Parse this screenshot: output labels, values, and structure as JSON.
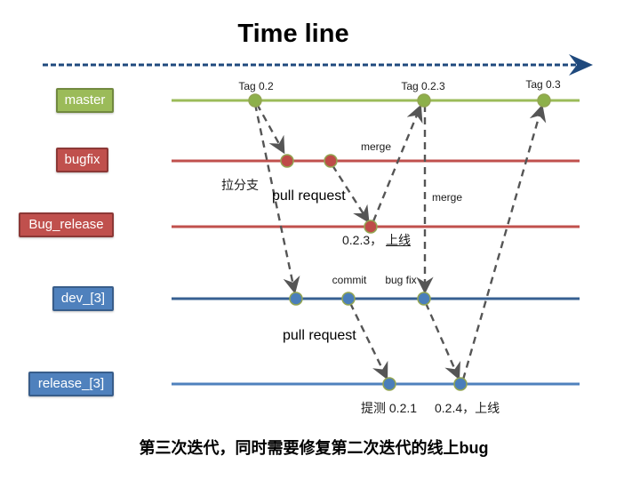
{
  "title": "Time line",
  "caption": "第三次迭代，同时需要修复第二次迭代的线上bug",
  "branches": [
    {
      "id": "master",
      "label": "master",
      "color": "#9BBB59",
      "border": "#71893F"
    },
    {
      "id": "bugfix",
      "label": "bugfix",
      "color": "#C0504D",
      "border": "#8C3836"
    },
    {
      "id": "bug_release",
      "label": "Bug_release",
      "color": "#C0504D",
      "border": "#8C3836"
    },
    {
      "id": "dev_3",
      "label": "dev_[3]",
      "color": "#376092",
      "border": "#385D8A"
    },
    {
      "id": "release_3",
      "label": "release_[3]",
      "color": "#4F81BD",
      "border": "#385D8A"
    }
  ],
  "tags": {
    "tag_0_2": "Tag 0.2",
    "tag_0_2_3": "Tag 0.2.3",
    "tag_0_3": "Tag 0.3"
  },
  "annotations": {
    "merge_upper": "merge",
    "merge_right": "merge",
    "branch_create": "拉分支",
    "pull_request_upper": "pull request",
    "pull_request_lower": "pull request",
    "commit": "commit",
    "bug_fix": "bug fix",
    "release_023_version": "0.2.3，",
    "release_023_status": "上线",
    "submit_021": "提测  0.2.1",
    "release_024": "0.2.4，上线"
  },
  "colors": {
    "timeline_arrow": "#1F497D",
    "master_line": "#9BBB59",
    "bugfix_line": "#C0504D",
    "dev_line": "#376092",
    "release_line": "#4F81BD",
    "connector": "#555555",
    "dot_green": "#8DB04A",
    "dot_red": "#BE4B48",
    "dot_blue": "#4A7EBA",
    "dot_outline": "#93A552"
  }
}
